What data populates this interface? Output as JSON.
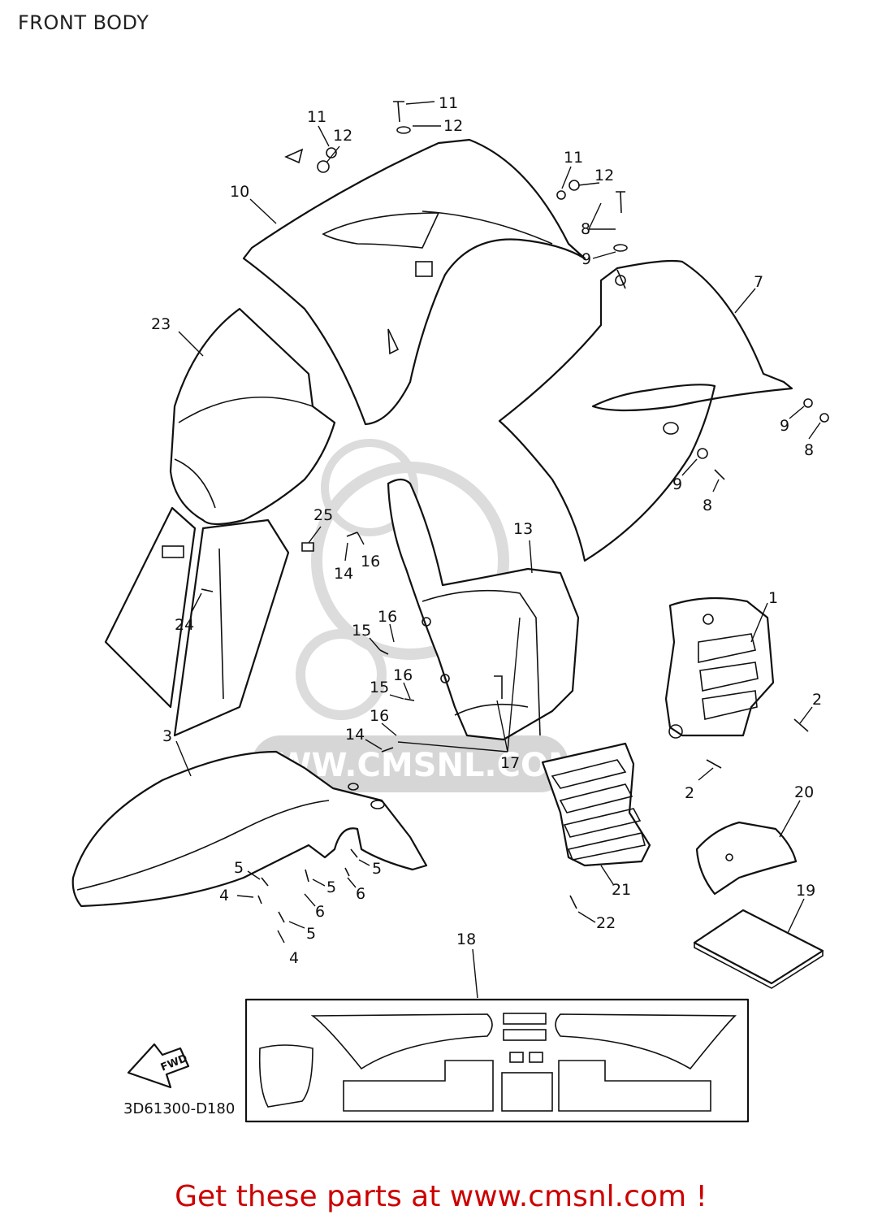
{
  "page": {
    "title": "FRONT BODY",
    "diagram_code": "3D61300-D180",
    "footer": "Get these parts at www.cmsnl.com !",
    "footer_color": "#cc0000",
    "fwd_label": "FWD",
    "watermark_text": "WWW.CMSNL.COM"
  },
  "callouts": [
    {
      "id": "c1",
      "label": "1"
    },
    {
      "id": "c2a",
      "label": "2"
    },
    {
      "id": "c2b",
      "label": "2"
    },
    {
      "id": "c3",
      "label": "3"
    },
    {
      "id": "c4a",
      "label": "4"
    },
    {
      "id": "c4b",
      "label": "4"
    },
    {
      "id": "c5a",
      "label": "5"
    },
    {
      "id": "c5b",
      "label": "5"
    },
    {
      "id": "c5c",
      "label": "5"
    },
    {
      "id": "c5d",
      "label": "5"
    },
    {
      "id": "c6a",
      "label": "6"
    },
    {
      "id": "c6b",
      "label": "6"
    },
    {
      "id": "c7",
      "label": "7"
    },
    {
      "id": "c8a",
      "label": "8"
    },
    {
      "id": "c8b",
      "label": "8"
    },
    {
      "id": "c8c",
      "label": "8"
    },
    {
      "id": "c9a",
      "label": "9"
    },
    {
      "id": "c9b",
      "label": "9"
    },
    {
      "id": "c9c",
      "label": "9"
    },
    {
      "id": "c10",
      "label": "10"
    },
    {
      "id": "c11a",
      "label": "11"
    },
    {
      "id": "c11b",
      "label": "11"
    },
    {
      "id": "c11c",
      "label": "11"
    },
    {
      "id": "c12a",
      "label": "12"
    },
    {
      "id": "c12b",
      "label": "12"
    },
    {
      "id": "c12c",
      "label": "12"
    },
    {
      "id": "c13",
      "label": "13"
    },
    {
      "id": "c14a",
      "label": "14"
    },
    {
      "id": "c14b",
      "label": "14"
    },
    {
      "id": "c15a",
      "label": "15"
    },
    {
      "id": "c15b",
      "label": "15"
    },
    {
      "id": "c16a",
      "label": "16"
    },
    {
      "id": "c16b",
      "label": "16"
    },
    {
      "id": "c16c",
      "label": "16"
    },
    {
      "id": "c16d",
      "label": "16"
    },
    {
      "id": "c17",
      "label": "17"
    },
    {
      "id": "c18",
      "label": "18"
    },
    {
      "id": "c19",
      "label": "19"
    },
    {
      "id": "c20",
      "label": "20"
    },
    {
      "id": "c21",
      "label": "21"
    },
    {
      "id": "c22",
      "label": "22"
    },
    {
      "id": "c23",
      "label": "23"
    },
    {
      "id": "c24",
      "label": "24"
    },
    {
      "id": "c25",
      "label": "25"
    }
  ]
}
